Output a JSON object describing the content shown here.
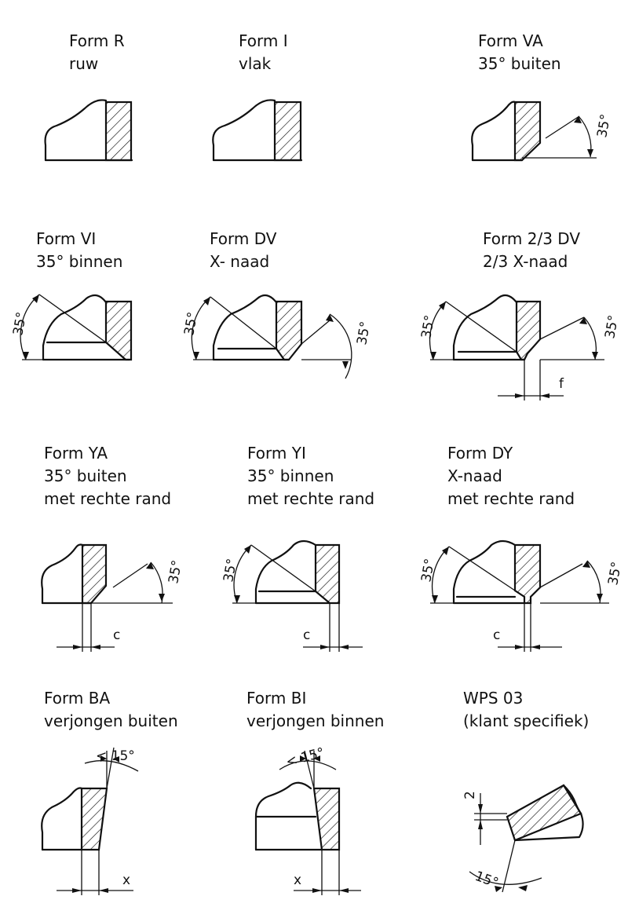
{
  "forms": [
    {
      "id": "R",
      "title": "Form R",
      "lines": [
        "ruw"
      ]
    },
    {
      "id": "I",
      "title": "Form I",
      "lines": [
        "vlak"
      ]
    },
    {
      "id": "VA",
      "title": "Form VA",
      "lines": [
        "35° buiten"
      ]
    },
    {
      "id": "VI",
      "title": "Form VI",
      "lines": [
        "35° binnen"
      ]
    },
    {
      "id": "DV",
      "title": "Form DV",
      "lines": [
        "X- naad"
      ]
    },
    {
      "id": "23DV",
      "title": "Form 2/3 DV",
      "lines": [
        "2/3 X-naad"
      ]
    },
    {
      "id": "YA",
      "title": "Form YA",
      "lines": [
        "35° buiten",
        "met rechte rand"
      ]
    },
    {
      "id": "YI",
      "title": "Form YI",
      "lines": [
        "35° binnen",
        "met rechte rand"
      ]
    },
    {
      "id": "DY",
      "title": "Form DY",
      "lines": [
        "X-naad",
        "met rechte rand"
      ]
    },
    {
      "id": "BA",
      "title": "Form BA",
      "lines": [
        "verjongen buiten"
      ]
    },
    {
      "id": "BI",
      "title": "Form BI",
      "lines": [
        "verjongen binnen"
      ]
    },
    {
      "id": "WPS",
      "title": "WPS 03",
      "lines": [
        "(klant specifiek)"
      ]
    }
  ],
  "dimensions": {
    "angle_35": "35°",
    "angle_15_lt": "< 15°",
    "angle_15": "15°",
    "f": "f",
    "c": "c",
    "x": "x",
    "two": "2"
  }
}
